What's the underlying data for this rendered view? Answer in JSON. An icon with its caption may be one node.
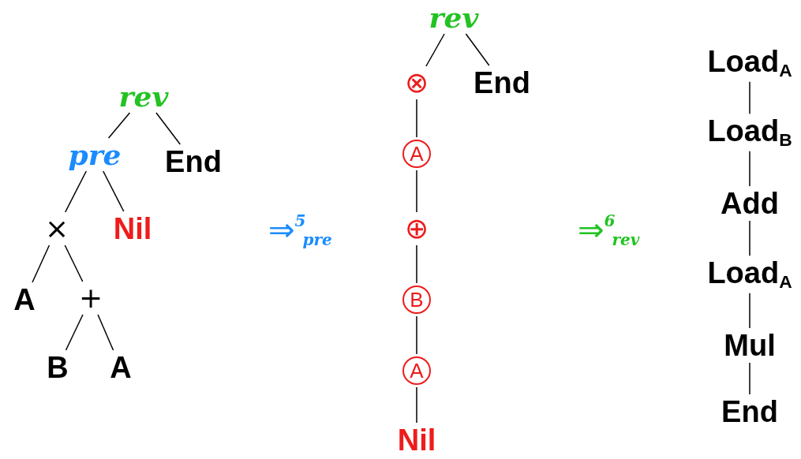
{
  "diagram": {
    "nodes": [
      {
        "text": [
          "rev"
        ]
      },
      {
        "text": [
          "pre"
        ]
      },
      {
        "text": [
          "End"
        ]
      },
      {
        "text": [
          "×"
        ]
      },
      {
        "text": [
          "Nil"
        ]
      },
      {
        "text": [
          "A"
        ]
      },
      {
        "text": [
          "+"
        ]
      },
      {
        "text": [
          "B"
        ]
      },
      {
        "text": [
          "A"
        ]
      },
      {
        "text": [
          "rev"
        ]
      },
      {
        "text": [
          "⊗"
        ]
      },
      {
        "text": [
          "End"
        ]
      },
      {
        "text": [
          "A"
        ]
      },
      {
        "text": [
          "⊕"
        ]
      },
      {
        "text": [
          "B"
        ]
      },
      {
        "text": [
          "A"
        ]
      },
      {
        "text": [
          "Nil"
        ]
      },
      {
        "text": [
          "Load$_{A}$"
        ]
      },
      {
        "text": [
          "Load$_{B}$"
        ]
      },
      {
        "text": [
          "Add"
        ]
      },
      {
        "text": [
          "Load$_{A}$"
        ]
      },
      {
        "text": [
          "Mul"
        ]
      },
      {
        "text": [
          "End"
        ]
      }
    ],
    "edges": [
      {
        "from": 0,
        "to": 1,
        "arrow": "none"
      },
      {
        "from": 0,
        "to": 2,
        "arrow": "none"
      },
      {
        "from": 1,
        "to": 3,
        "arrow": "none"
      },
      {
        "from": 1,
        "to": 4,
        "arrow": "none"
      },
      {
        "from": 3,
        "to": 5,
        "arrow": "none"
      },
      {
        "from": 3,
        "to": 6,
        "arrow": "none"
      },
      {
        "from": 6,
        "to": 7,
        "arrow": "none"
      },
      {
        "from": 6,
        "to": 8,
        "arrow": "none"
      },
      {
        "from": 9,
        "to": 10,
        "arrow": "none"
      },
      {
        "from": 9,
        "to": 11,
        "arrow": "none"
      },
      {
        "from": 10,
        "to": 12,
        "arrow": "none"
      },
      {
        "from": 12,
        "to": 13,
        "arrow": "none"
      },
      {
        "from": 13,
        "to": 14,
        "arrow": "none"
      },
      {
        "from": 14,
        "to": 15,
        "arrow": "none"
      },
      {
        "from": 15,
        "to": 16,
        "arrow": "none"
      },
      {
        "from": 17,
        "to": 18,
        "arrow": "none"
      },
      {
        "from": 18,
        "to": 19,
        "arrow": "none"
      },
      {
        "from": 19,
        "to": 20,
        "arrow": "none"
      },
      {
        "from": 20,
        "to": 21,
        "arrow": "none"
      },
      {
        "from": 21,
        "to": 22,
        "arrow": "none"
      }
    ],
    "labels": [
      "⇒$^{5}$$_{pre}$",
      "⇒$^{6}$$_{rev}$"
    ]
  }
}
